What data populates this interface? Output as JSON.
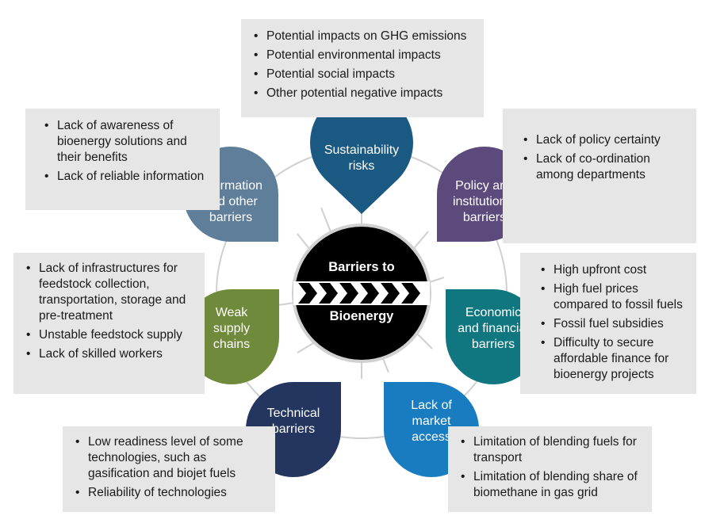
{
  "center": {
    "line1": "Barriers to",
    "line2": "Bioenergy"
  },
  "colors": {
    "sustainability": "#1a5a82",
    "policy": "#5c4a7c",
    "economic": "#107780",
    "market": "#1a7cc0",
    "technical": "#243660",
    "supply": "#6f8a3a",
    "information": "#5f7e9a",
    "hub": "#000000",
    "boxes": "#e6e6e6",
    "ring": "#d0d0d0"
  },
  "petals": {
    "sustainability": "Sustainability\nrisks",
    "policy": "Policy and\ninstitutional\nbarriers",
    "economic": "Economic\nand financial\nbarriers",
    "market": "Lack of\nmarket\naccess",
    "technical": "Technical\nbarriers",
    "supply": "Weak\nsupply\nchains",
    "information": "Information\nand other\nbarriers"
  },
  "boxes": {
    "sustainability": [
      "Potential impacts on GHG emissions",
      "Potential environmental impacts",
      "Potential social impacts",
      "Other potential negative impacts"
    ],
    "information": [
      "Lack of awareness of bioenergy solutions and their benefits",
      "Lack of reliable information"
    ],
    "policy": [
      "Lack of policy certainty",
      "Lack of co-ordination among departments"
    ],
    "supply": [
      "Lack of infrastructures for feedstock collection, transportation, storage and pre-treatment",
      "Unstable feedstock supply",
      "Lack of skilled workers"
    ],
    "economic": [
      "High upfront cost",
      "High fuel prices compared to fossil fuels",
      "Fossil fuel subsidies",
      "Difficulty to secure affordable finance for bioenergy projects"
    ],
    "technical": [
      "Low readiness level of some technologies, such as gasification and biojet fuels",
      "Reliability of technologies"
    ],
    "market": [
      "Limitation of blending fuels for transport",
      "Limitation of blending share of biomethane in gas grid"
    ]
  }
}
